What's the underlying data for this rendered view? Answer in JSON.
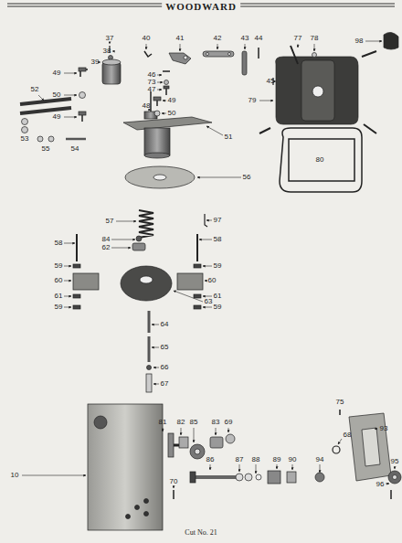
{
  "diagram": {
    "title": "WOODWARD",
    "caption": "Cut No. 21",
    "labels": [
      "37",
      "40",
      "41",
      "42",
      "43",
      "44",
      "77",
      "78",
      "98",
      "38",
      "39",
      "49",
      "46",
      "73",
      "47",
      "45",
      "52",
      "50",
      "79",
      "48",
      "49",
      "50",
      "49",
      "53",
      "55",
      "54",
      "51",
      "80",
      "56",
      "57",
      "97",
      "84",
      "58",
      "58",
      "62",
      "59",
      "59",
      "60",
      "60",
      "61",
      "61",
      "63",
      "59",
      "59",
      "64",
      "65",
      "66",
      "67",
      "75",
      "81",
      "82",
      "85",
      "83",
      "69",
      "93",
      "68",
      "86",
      "87",
      "88",
      "89",
      "90",
      "94",
      "95",
      "10",
      "70",
      "96"
    ]
  }
}
